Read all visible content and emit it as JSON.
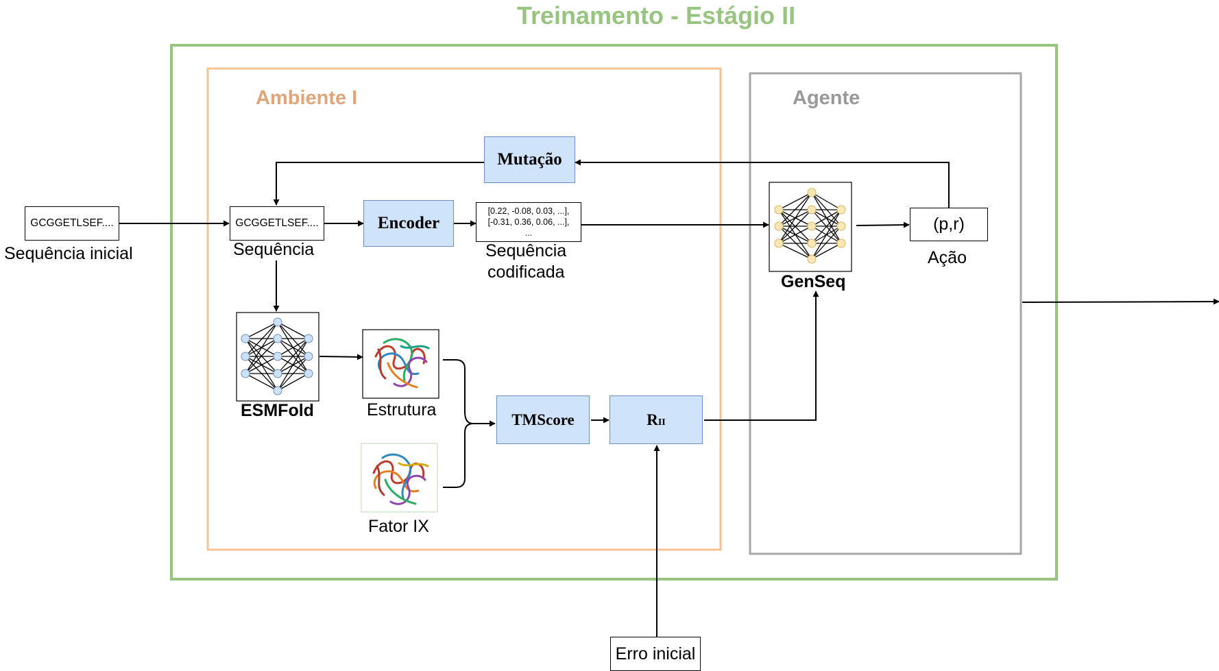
{
  "title": "Treinamento -  Estágio II",
  "colors": {
    "outer_frame": "#97c47f",
    "environment_frame": "#f5c291",
    "environment_label": "#e0a67a",
    "agent_frame": "#a6a6a6",
    "agent_label": "#999999",
    "process_fill": "#cfe3fb",
    "process_stroke": "#6c8ebf",
    "esmfold_nodes": "#cde2f8",
    "genseq_nodes": "#fde7b6"
  },
  "environment": {
    "label": "Ambiente I"
  },
  "agent": {
    "label": "Agente"
  },
  "initial_sequence": {
    "value": "GCGGETLSEF....",
    "caption": "Sequência inicial"
  },
  "sequence": {
    "value": "GCGGETLSEF....",
    "caption": "Sequência"
  },
  "encoder": {
    "label": "Encoder"
  },
  "encoded_sequence": {
    "line1": "[0.22, -0.08, 0.03, ...],",
    "line2": "[-0.31, 0.36, 0.06, ...],",
    "line3": "...",
    "caption_line1": "Sequência",
    "caption_line2": "codificada"
  },
  "mutation": {
    "label": "Mutação"
  },
  "esmfold": {
    "caption": "ESMFold",
    "icon": "neural-network-icon"
  },
  "structure": {
    "caption": "Estrutura",
    "icon": "protein-structure-icon"
  },
  "factor_ix": {
    "caption": "Fator IX",
    "icon": "protein-structure-icon"
  },
  "tmscore": {
    "label": "TMScore"
  },
  "reward": {
    "label_main": "R",
    "label_sub": "II"
  },
  "initial_error": {
    "label": "Erro inicial"
  },
  "genseq": {
    "caption": "GenSeq",
    "icon": "neural-network-icon"
  },
  "action": {
    "value": "(p,r)",
    "caption": "Ação"
  }
}
